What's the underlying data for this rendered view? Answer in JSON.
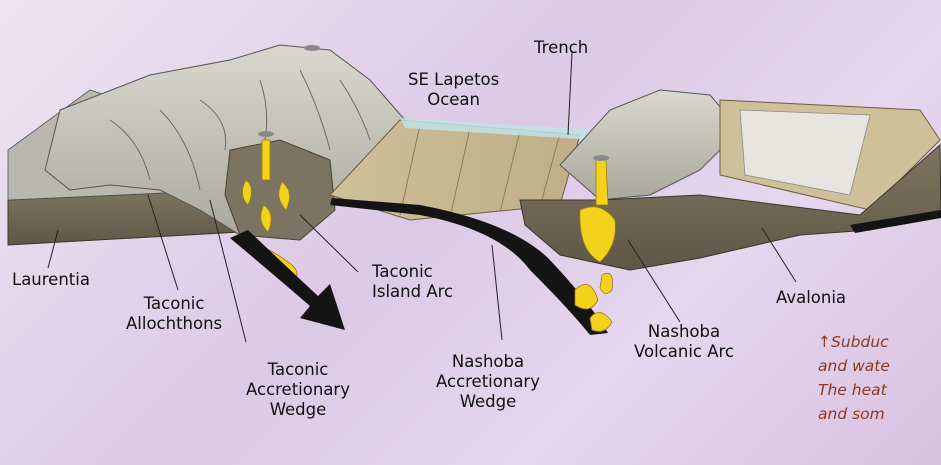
{
  "labels": {
    "trench": "Trench",
    "ocean": [
      "SE Lapetos",
      "Ocean"
    ],
    "laurentia": "Laurentia",
    "taconic_allochthons": [
      "Taconic",
      "Allochthons"
    ],
    "taconic_island_arc": [
      "Taconic",
      "Island Arc"
    ],
    "taconic_accretionary_wedge": [
      "Taconic",
      "Accretionary",
      "Wedge"
    ],
    "nashoba_accretionary_wedge": [
      "Nashoba",
      "Accretionary",
      "Wedge"
    ],
    "nashoba_volcanic_arc": [
      "Nashoba",
      "Volcanic Arc"
    ],
    "avalonia": "Avalonia"
  },
  "caption": {
    "lines": [
      "↑Subduc",
      "and wate",
      "The heat",
      "and som"
    ]
  },
  "colors": {
    "magma": "#f2d21c",
    "crust": "#6f6650",
    "plate": "#141414",
    "water": "#bfe3e6",
    "caption": "#8a3a20"
  }
}
